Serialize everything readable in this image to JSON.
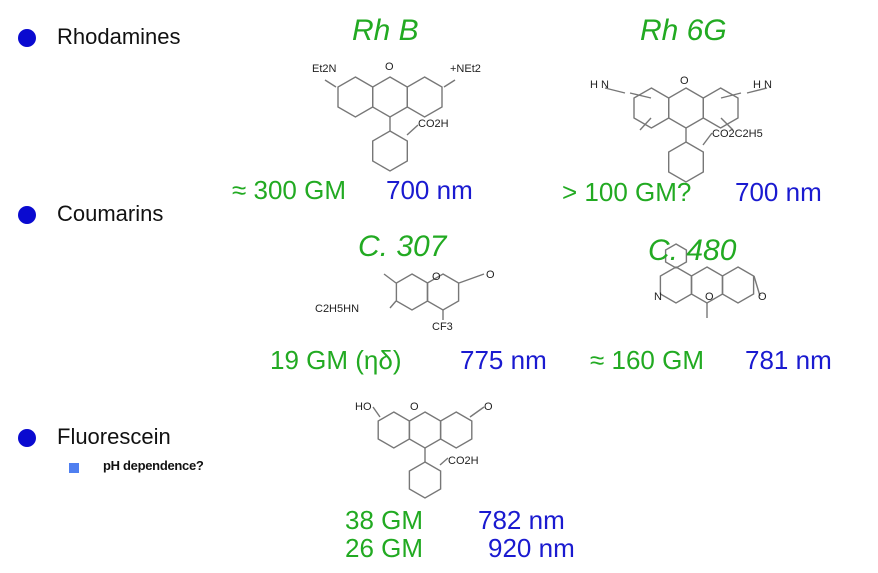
{
  "bullets": [
    {
      "label": "Rhodamines"
    },
    {
      "label": "Coumarins"
    },
    {
      "label": "Fluorescein",
      "sub": "pH dependence?"
    }
  ],
  "dyes": {
    "rhb": {
      "name": "Rh B",
      "gm": "≈ 300 GM",
      "nm": "700 nm",
      "labels": {
        "left": "Et2N",
        "right": "+NEt2",
        "o": "O",
        "acid": "CO2H"
      }
    },
    "rh6g": {
      "name": "Rh 6G",
      "gm": "> 100 GM?",
      "nm": "700 nm",
      "labels": {
        "left": "H N",
        "right": "H N",
        "o": "O",
        "ester": "CO2C2H5"
      }
    },
    "c307": {
      "name": "C. 307",
      "gm": "19 GM (ηδ)",
      "nm": "775 nm",
      "labels": {
        "amine": "C2H5HN",
        "cf3": "CF3",
        "o1": "O",
        "o2": "O"
      }
    },
    "c480": {
      "name": "C. 480",
      "gm": "≈ 160 GM",
      "nm": "781 nm",
      "labels": {
        "n": "N",
        "o1": "O",
        "o2": "O"
      }
    },
    "fluorescein": {
      "gm1": "38 GM",
      "nm1": "782 nm",
      "gm2": "26 GM",
      "nm2": "920 nm",
      "labels": {
        "ho": "HO",
        "o": "O",
        "keto": "O",
        "acid": "CO2H"
      }
    }
  },
  "colors": {
    "gm": "#22aa22",
    "nm": "#1a1ad0",
    "bullet": "#0a0ad0",
    "sub_bullet": "#4f7ff0"
  }
}
